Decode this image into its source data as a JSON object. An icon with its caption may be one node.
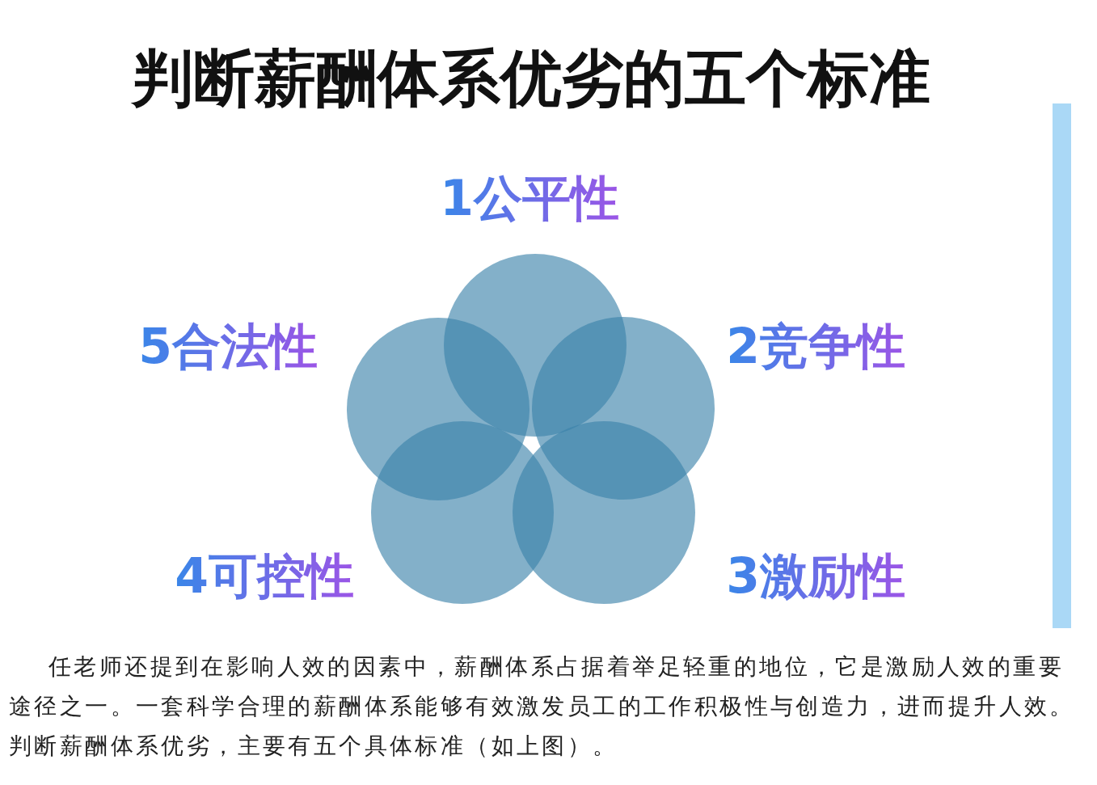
{
  "diagram": {
    "title": "判断薪酬体系优劣的五个标准",
    "nodes": [
      {
        "text": [],
        "shape": "circle",
        "beside": [
          "1公平性"
        ]
      },
      {
        "text": [],
        "shape": "circle",
        "beside": [
          "2竞争性"
        ]
      },
      {
        "text": [],
        "shape": "circle",
        "beside": [
          "3激励性"
        ]
      },
      {
        "text": [],
        "shape": "circle",
        "beside": [
          "4可控性"
        ]
      },
      {
        "text": [],
        "shape": "circle",
        "beside": [
          "5合法性"
        ]
      },
      {
        "text": [],
        "shape": "bar"
      }
    ],
    "labels": [
      "任老师还提到在影响人效的因素中，薪酬体系占据着举足轻重的地位，它是激励人效的重要途径之一。一套科学合理的薪酬体系能够有效激发员工的工作积极性与创造力，进而提升人效。判断薪酬体系优劣，主要有五个具体标准（如上图）。"
    ]
  }
}
